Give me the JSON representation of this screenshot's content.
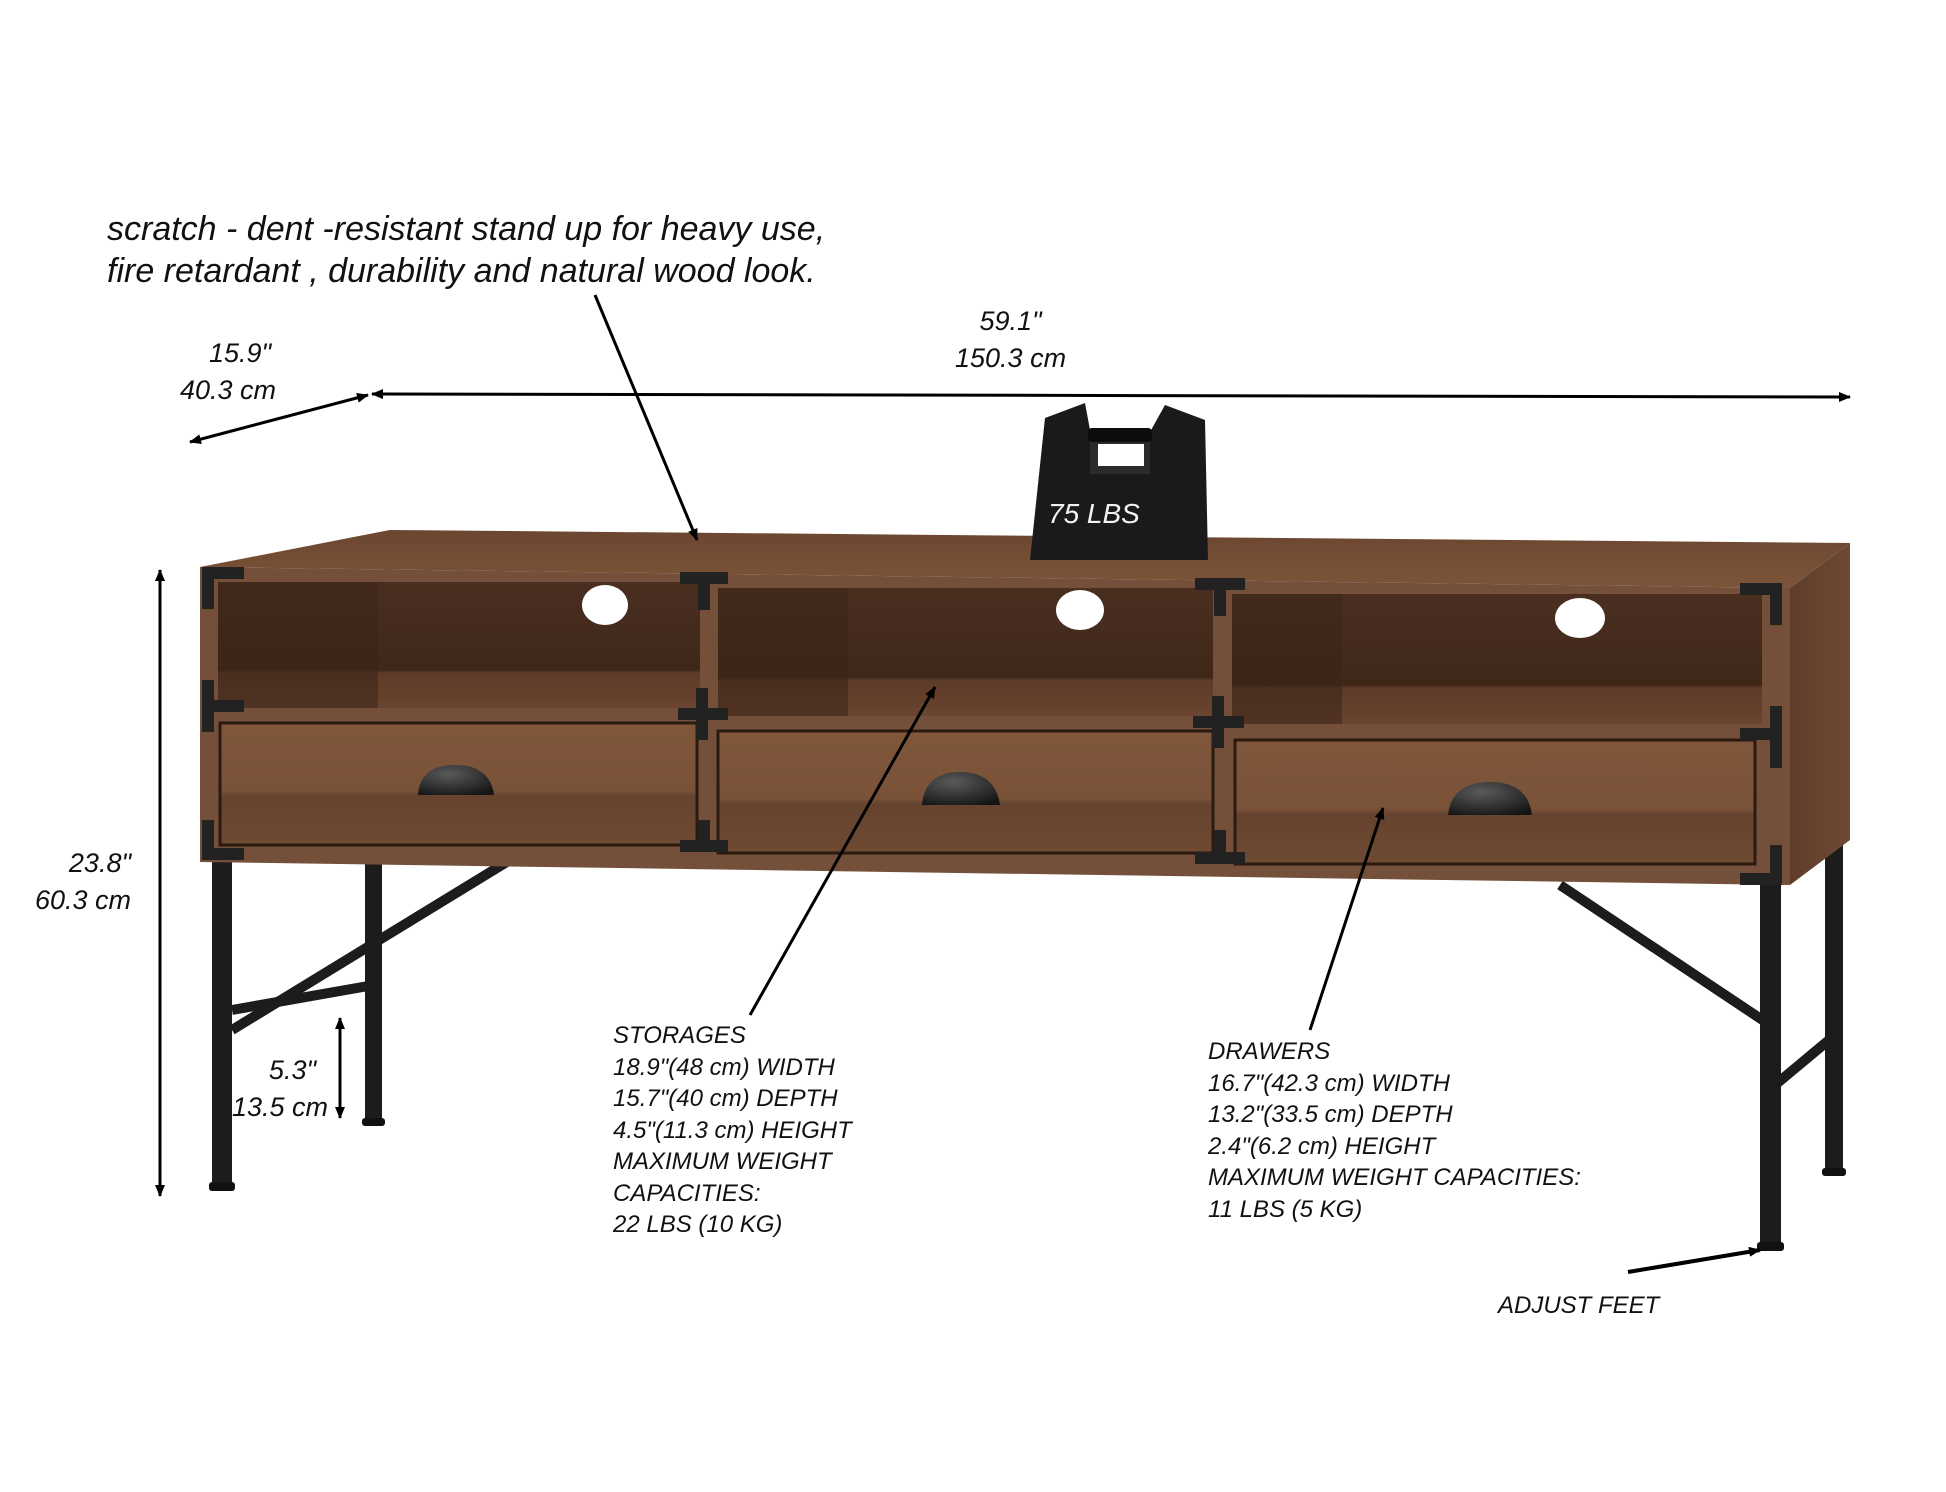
{
  "headline": {
    "line1": "scratch - dent -resistant stand up for heavy use,",
    "line2": "fire retardant , durability and natural wood look."
  },
  "dimensions": {
    "depth": {
      "inches": "15.9\"",
      "cm": "40.3 cm"
    },
    "width": {
      "inches": "59.1\"",
      "cm": "150.3 cm"
    },
    "height": {
      "inches": "23.8\"",
      "cm": "60.3 cm"
    },
    "clearance": {
      "inches": "5.3\"",
      "cm": "13.5 cm"
    }
  },
  "weight_block": {
    "label": "75 LBS"
  },
  "storages": {
    "title": "STORAGES",
    "lines": [
      "18.9\"(48 cm) WIDTH",
      "15.7\"(40 cm) DEPTH",
      "4.5\"(11.3 cm) HEIGHT",
      "MAXIMUM WEIGHT",
      "CAPACITIES:",
      "22 LBS (10 KG)"
    ]
  },
  "drawers": {
    "title": "DRAWERS",
    "lines": [
      "16.7\"(42.3 cm) WIDTH",
      "13.2\"(33.5 cm) DEPTH",
      "2.4\"(6.2 cm) HEIGHT",
      "MAXIMUM WEIGHT CAPACITIES:",
      "11 LBS (5 KG)"
    ]
  },
  "feet_label": "ADJUST FEET",
  "colors": {
    "wood_light": "#7a5236",
    "wood_mid": "#6a4530",
    "wood_dark": "#4a2f20",
    "metal": "#1c1c1c",
    "text": "#111111"
  }
}
